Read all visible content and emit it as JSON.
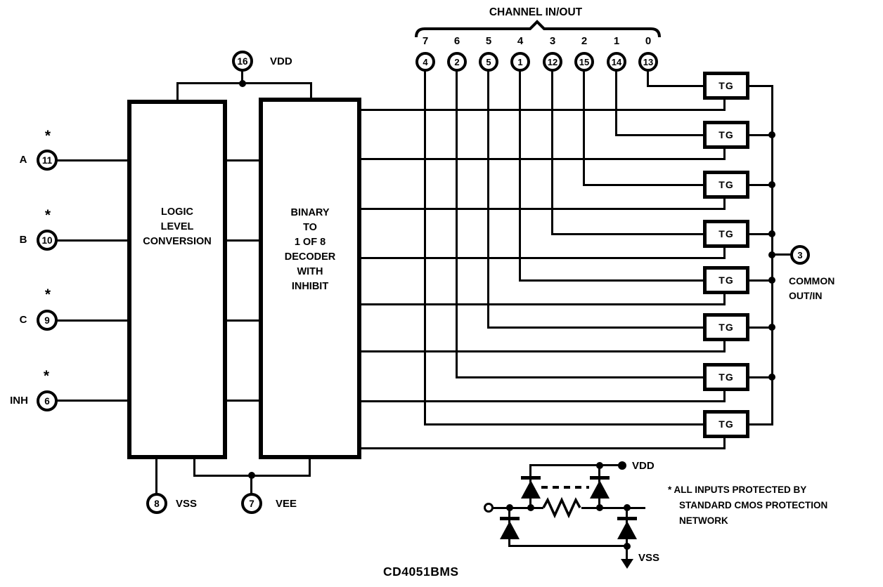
{
  "part_number": "CD4051BMS",
  "colors": {
    "ink": "#000000",
    "background": "#ffffff"
  },
  "channel_header": {
    "title": "CHANNEL IN/OUT",
    "channels": [
      "7",
      "6",
      "5",
      "4",
      "3",
      "2",
      "1",
      "0"
    ],
    "pins": [
      "4",
      "2",
      "5",
      "1",
      "12",
      "15",
      "14",
      "13"
    ]
  },
  "power": {
    "vdd": {
      "pin": "16",
      "label": "VDD"
    },
    "vss": {
      "pin": "8",
      "label": "VSS"
    },
    "vee": {
      "pin": "7",
      "label": "VEE"
    }
  },
  "inputs": [
    {
      "label": "A",
      "pin": "11",
      "star": "*"
    },
    {
      "label": "B",
      "pin": "10",
      "star": "*"
    },
    {
      "label": "C",
      "pin": "9",
      "star": "*"
    },
    {
      "label": "INH",
      "pin": "6",
      "star": "*"
    }
  ],
  "blocks": {
    "logic_level": {
      "line1": "LOGIC",
      "line2": "LEVEL",
      "line3": "CONVERSION"
    },
    "decoder": {
      "line1": "BINARY",
      "line2": "TO",
      "line3": "1 OF 8",
      "line4": "DECODER",
      "line5": "WITH",
      "line6": "INHIBIT"
    }
  },
  "tg": {
    "label": "TG"
  },
  "common_out": {
    "pin": "3",
    "line1": "COMMON",
    "line2": "OUT/IN"
  },
  "protection_cell": {
    "vdd_label": "VDD",
    "vss_label": "VSS"
  },
  "footnote": {
    "line1": "* ALL INPUTS PROTECTED BY",
    "line2": "STANDARD CMOS PROTECTION",
    "line3": "NETWORK"
  }
}
